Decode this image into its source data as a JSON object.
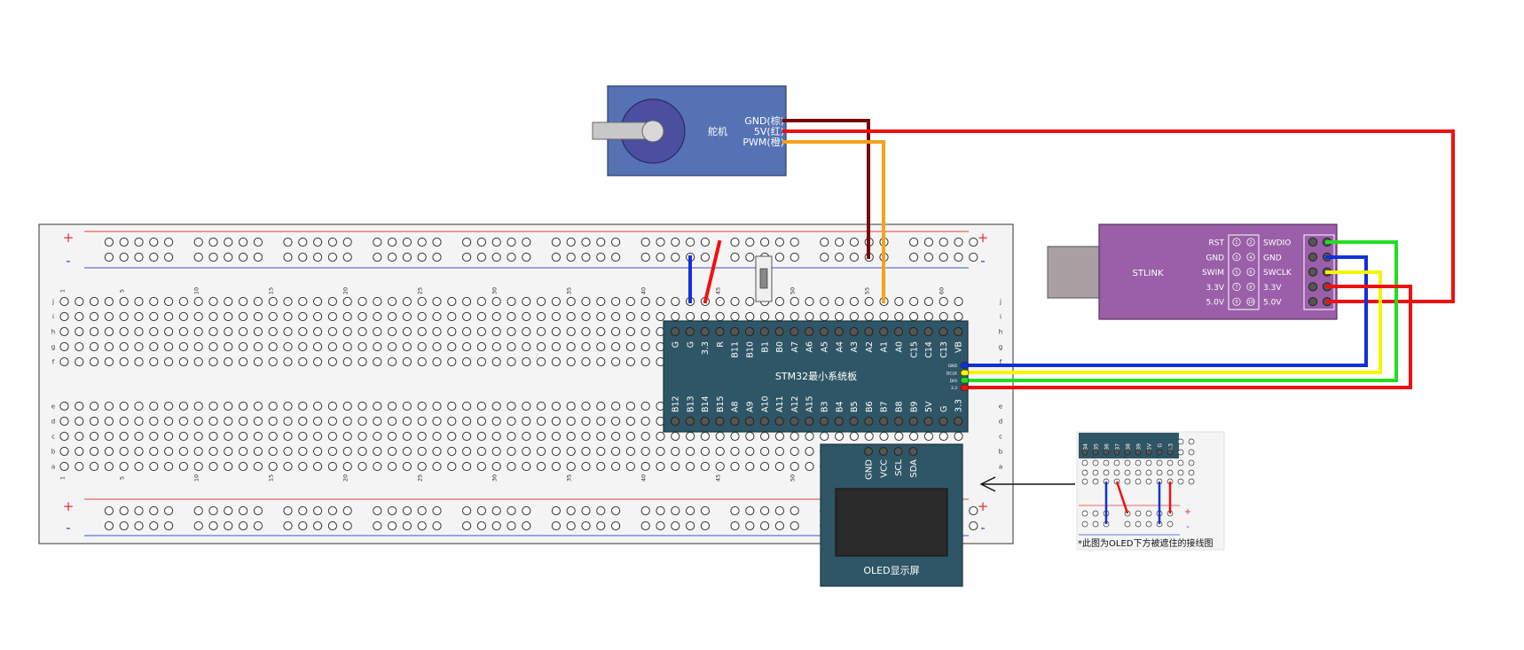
{
  "servo": {
    "label": "舵机",
    "pins": [
      "GND(棕)",
      "5V(红)",
      "PWM(橙)"
    ]
  },
  "stlink": {
    "label": "STLINK",
    "left_pins": [
      "RST",
      "GND",
      "SWIM",
      "3.3V",
      "5.0V"
    ],
    "right_pins": [
      "SWDIO",
      "GND",
      "SWCLK",
      "3.3V",
      "5.0V"
    ],
    "pin_numbers_left": [
      "1",
      "3",
      "5",
      "7",
      "9"
    ],
    "pin_numbers_right": [
      "2",
      "4",
      "6",
      "8",
      "10"
    ]
  },
  "stm32": {
    "title": "STM32最小系统板",
    "top_pins": [
      "G",
      "G",
      "3.3",
      "R",
      "B11",
      "B10",
      "B1",
      "B0",
      "A7",
      "A6",
      "A5",
      "A4",
      "A3",
      "A2",
      "A1",
      "A0",
      "C15",
      "C14",
      "C13",
      "VB"
    ],
    "bottom_pins": [
      "B12",
      "B13",
      "B14",
      "B15",
      "A8",
      "A9",
      "A10",
      "A11",
      "A12",
      "A15",
      "B3",
      "B4",
      "B5",
      "B6",
      "B7",
      "B8",
      "B9",
      "5V",
      "G",
      "3.3"
    ],
    "side_pins": [
      "GND",
      "DCLK",
      "DIO",
      "3.3"
    ]
  },
  "oled": {
    "title": "OLED显示屏",
    "pins": [
      "GND",
      "VCC",
      "SCL",
      "SDA"
    ]
  },
  "breadboard": {
    "plus": "+",
    "minus": "-",
    "column_numbers": [
      "1",
      "5",
      "10",
      "15",
      "20",
      "25",
      "30",
      "35",
      "40",
      "45",
      "50",
      "55",
      "60"
    ],
    "row_letters_top": [
      "j",
      "i",
      "h",
      "g",
      "f"
    ],
    "row_letters_bottom": [
      "e",
      "d",
      "c",
      "b",
      "a"
    ]
  },
  "inset": {
    "pins": [
      "B4",
      "B5",
      "B6",
      "B7",
      "B8",
      "B9",
      "5V",
      "G",
      "3.3"
    ],
    "caption": "*此图为OLED下方被遮住的接线图"
  },
  "colors": {
    "wire_red": "#ee1111",
    "wire_darkred": "#7a0a0a",
    "wire_orange": "#f5a21c",
    "wire_blue": "#1030d8",
    "wire_yellow": "#f5f500",
    "wire_green": "#22dd22",
    "servo_body": "#5572b4",
    "stlink_body": "#9a5fa8",
    "board_body": "#2f5666"
  }
}
